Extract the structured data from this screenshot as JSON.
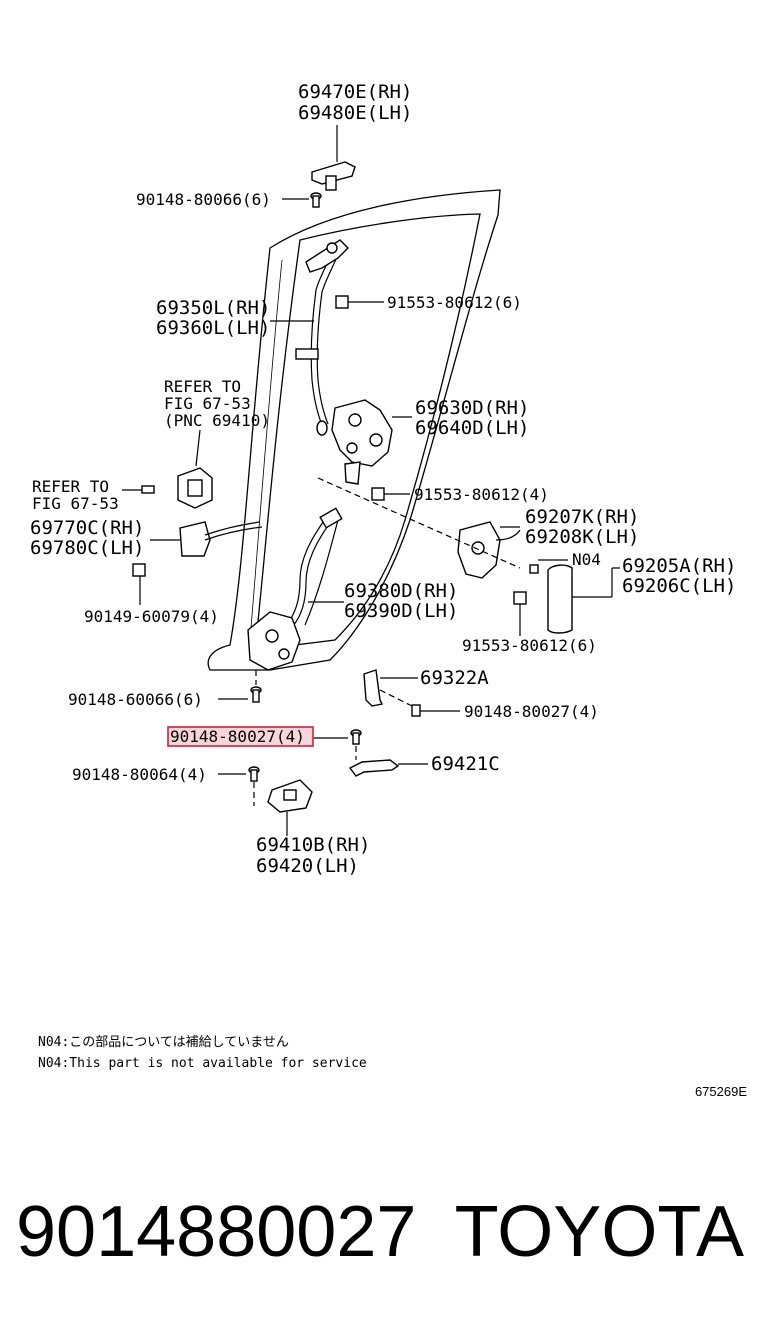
{
  "labels": {
    "p69470E": "69470E(RH)",
    "p69480E": "69480E(LH)",
    "s9014880066": "90148-80066(6)",
    "p69350L": "69350L(RH)",
    "p69360L": "69360L(LH)",
    "s9155380612_a": "91553-80612(6)",
    "refer1_line1": "REFER TO",
    "refer1_line2": "FIG 67-53",
    "refer1_line3": "(PNC 69410)",
    "p69630D": "69630D(RH)",
    "p69640D": "69640D(LH)",
    "refer2_line1": "REFER TO",
    "refer2_line2": "FIG 67-53",
    "s9155380612_b": "91553-80612(4)",
    "p69207K": "69207K(RH)",
    "p69208K": "69208K(LH)",
    "p69770C": "69770C(RH)",
    "p69780C": "69780C(LH)",
    "n04": "N04",
    "p69205A": "69205A(RH)",
    "p69206C": "69206C(LH)",
    "p69380D": "69380D(RH)",
    "p69390D": "69390D(LH)",
    "s9014960079": "90149-60079(4)",
    "s9155380612_c": "91553-80612(6)",
    "p69322A": "69322A",
    "s9014860066": "90148-60066(6)",
    "s9014880027_r": "90148-80027(4)",
    "s9014880027_hl": "90148-80027(4)",
    "p69421C": "69421C",
    "s9014880064": "90148-80064(4)",
    "p69410B": "69410B(RH)",
    "p69420": "69420(LH)"
  },
  "notes": {
    "jp": "N04:この部品については補給していません",
    "en": "N04:This part is not available for service"
  },
  "diagram_code": "675269E",
  "footer": {
    "part_number": "9014880027",
    "brand": "TOYOTA"
  },
  "highlight_color": "#d0203a"
}
